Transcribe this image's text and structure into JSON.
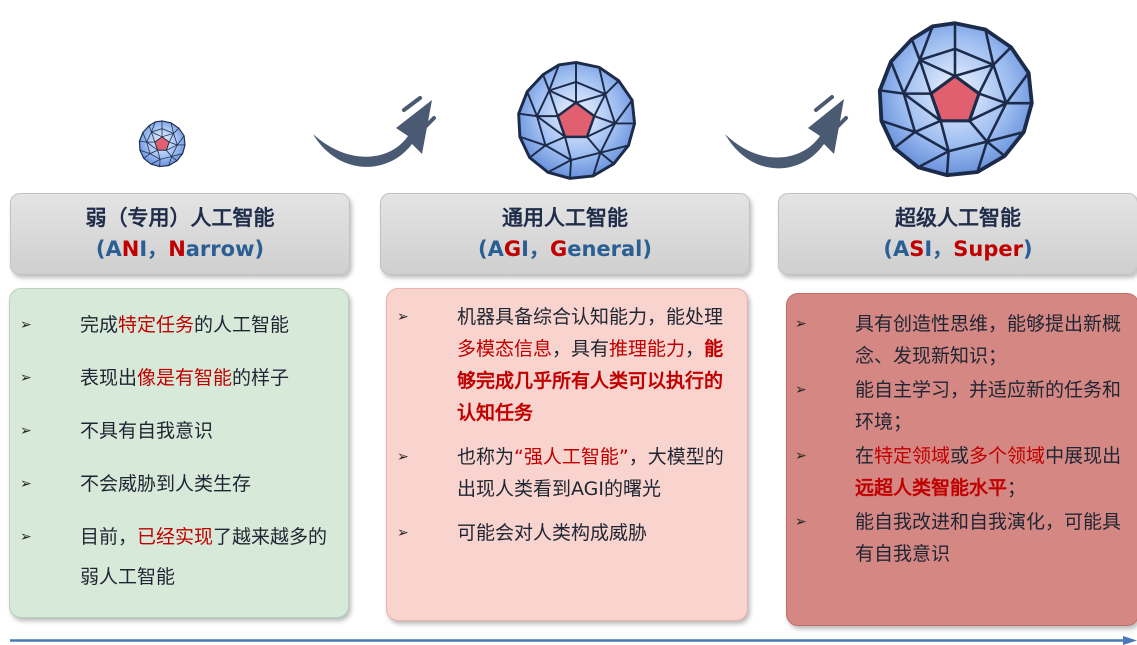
{
  "stages": [
    {
      "title": "弱（专用）人工智能",
      "code_pre": "A",
      "code_red": "N",
      "code_post": "I，",
      "word_red": "N",
      "word_rest": "arrow",
      "bullets": [
        {
          "segments": [
            {
              "t": "完成"
            },
            {
              "t": "特定任务",
              "s": "hl"
            },
            {
              "t": "的人工智能"
            }
          ]
        },
        {
          "segments": [
            {
              "t": "表现出"
            },
            {
              "t": "像是有智能",
              "s": "hl"
            },
            {
              "t": "的样子"
            }
          ]
        },
        {
          "segments": [
            {
              "t": "不具有自我意识"
            }
          ]
        },
        {
          "segments": [
            {
              "t": "不会威胁到人类生存"
            }
          ]
        },
        {
          "segments": [
            {
              "t": "目前，"
            },
            {
              "t": "已经实现",
              "s": "hl"
            },
            {
              "t": "了越来越多的弱人工智能"
            }
          ]
        }
      ]
    },
    {
      "title": "通用人工智能",
      "code_pre": "A",
      "code_red": "G",
      "code_post": "I，",
      "word_red": "G",
      "word_rest": "eneral",
      "bullets": [
        {
          "segments": [
            {
              "t": "机器具备综合认知能力，能处理"
            },
            {
              "t": "多模态信息",
              "s": "hl"
            },
            {
              "t": "，具有"
            },
            {
              "t": "推理能力",
              "s": "hl"
            },
            {
              "t": "，"
            },
            {
              "t": "能够完成几乎所有人类可以执行的认知任务",
              "s": "hlb"
            }
          ]
        },
        {
          "segments": [
            {
              "t": "也称为"
            },
            {
              "t": "“强人工智能”",
              "s": "hl"
            },
            {
              "t": "，大模型的出现人类看到AGI的曙光"
            }
          ]
        },
        {
          "segments": [
            {
              "t": "可能会对人类构成威胁"
            }
          ]
        }
      ]
    },
    {
      "title": "超级人工智能",
      "code_pre": "A",
      "code_red": "S",
      "code_post": "I，",
      "word_red": "Super",
      "word_rest": "",
      "bullets": [
        {
          "segments": [
            {
              "t": "具有创造性思维，能够提出新概念、发现新知识；"
            }
          ]
        },
        {
          "segments": [
            {
              "t": "能自主学习，并适应新的任务和环境；"
            }
          ]
        },
        {
          "segments": [
            {
              "t": "在"
            },
            {
              "t": "特定领域",
              "s": "hl"
            },
            {
              "t": "或"
            },
            {
              "t": "多个领域",
              "s": "hl"
            },
            {
              "t": "中展现出"
            },
            {
              "t": "远超人类智能水平",
              "s": "hlb"
            },
            {
              "t": "；"
            }
          ]
        },
        {
          "segments": [
            {
              "t": "能自我改进和自我演化，可能具有自我意识"
            }
          ]
        }
      ]
    }
  ],
  "bullet_marker": "➢",
  "colors": {
    "highlight": "#c00000",
    "panel_narrow": "#d7ead9",
    "panel_general": "#f9d3cd",
    "panel_super": "#d58783",
    "arrow": "#4a5a72",
    "timeline": "#4a78b8"
  },
  "icons": [
    "polyhedron-gem-icon",
    "curved-arrow-icon",
    "timeline-arrow-icon"
  ]
}
